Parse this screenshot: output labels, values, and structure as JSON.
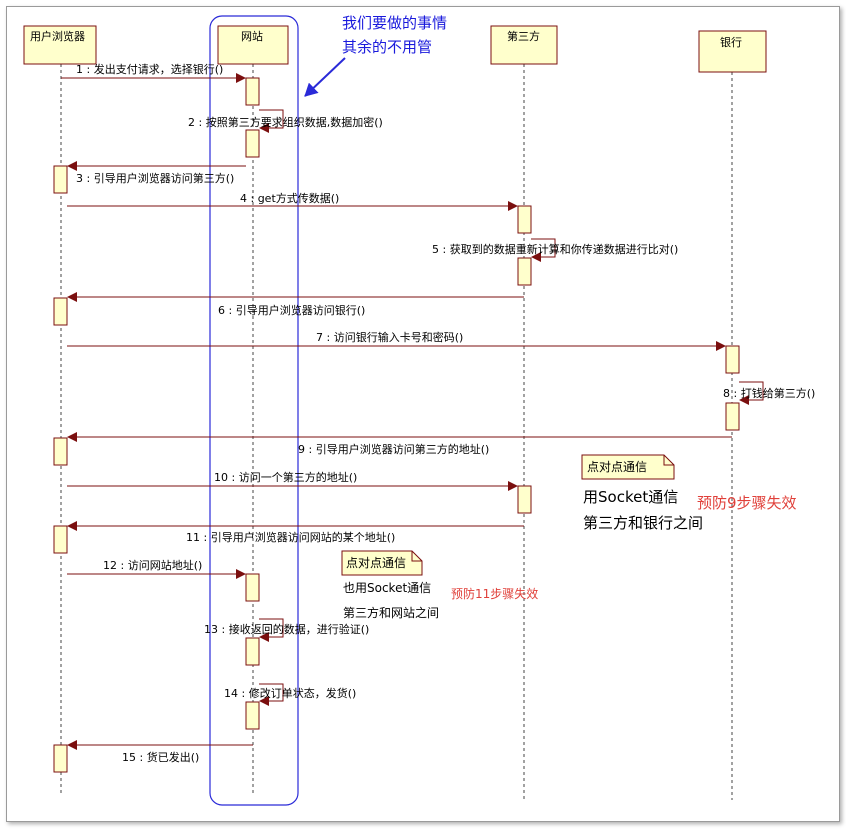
{
  "participants": [
    "用户浏览器",
    "网站",
    "第三方",
    "银行"
  ],
  "annotation": {
    "line1": "我们要做的事情",
    "line2": "其余的不用管"
  },
  "messages": [
    "1 : 发出支付请求，选择银行()",
    "2 : 按照第三方要求组织数据,数据加密()",
    "3 : 引导用户浏览器访问第三方()",
    "4 : get方式传数据()",
    "5 : 获取到的数据重新计算和你传递数据进行比对()",
    "6 : 引导用户浏览器访问银行()",
    "7 : 访问银行输入卡号和密码()",
    "8 : 打钱给第三方()",
    "9 : 引导用户浏览器访问第三方的地址()",
    "10 : 访问一个第三方的地址()",
    "11 : 引导用户浏览器访问网站的某个地址()",
    "12 : 访问网站地址()",
    "13 : 接收返回的数据，进行验证()",
    "14 : 修改订单状态，发货()",
    "15 : 货已发出()"
  ],
  "notes": [
    {
      "title": "点对点通信",
      "line1": "用Socket通信",
      "line2": "第三方和银行之间",
      "warning": "预防9步骤失效"
    },
    {
      "title": "点对点通信",
      "line1": "也用Socket通信",
      "line2": "第三方和网站之间",
      "warning": "预防11步骤失效"
    }
  ],
  "colors": {
    "lifeline_box": "#ffffcc",
    "message": "#7b0f0f",
    "highlight": "#2a2ad8",
    "warning": "#e0403a"
  }
}
